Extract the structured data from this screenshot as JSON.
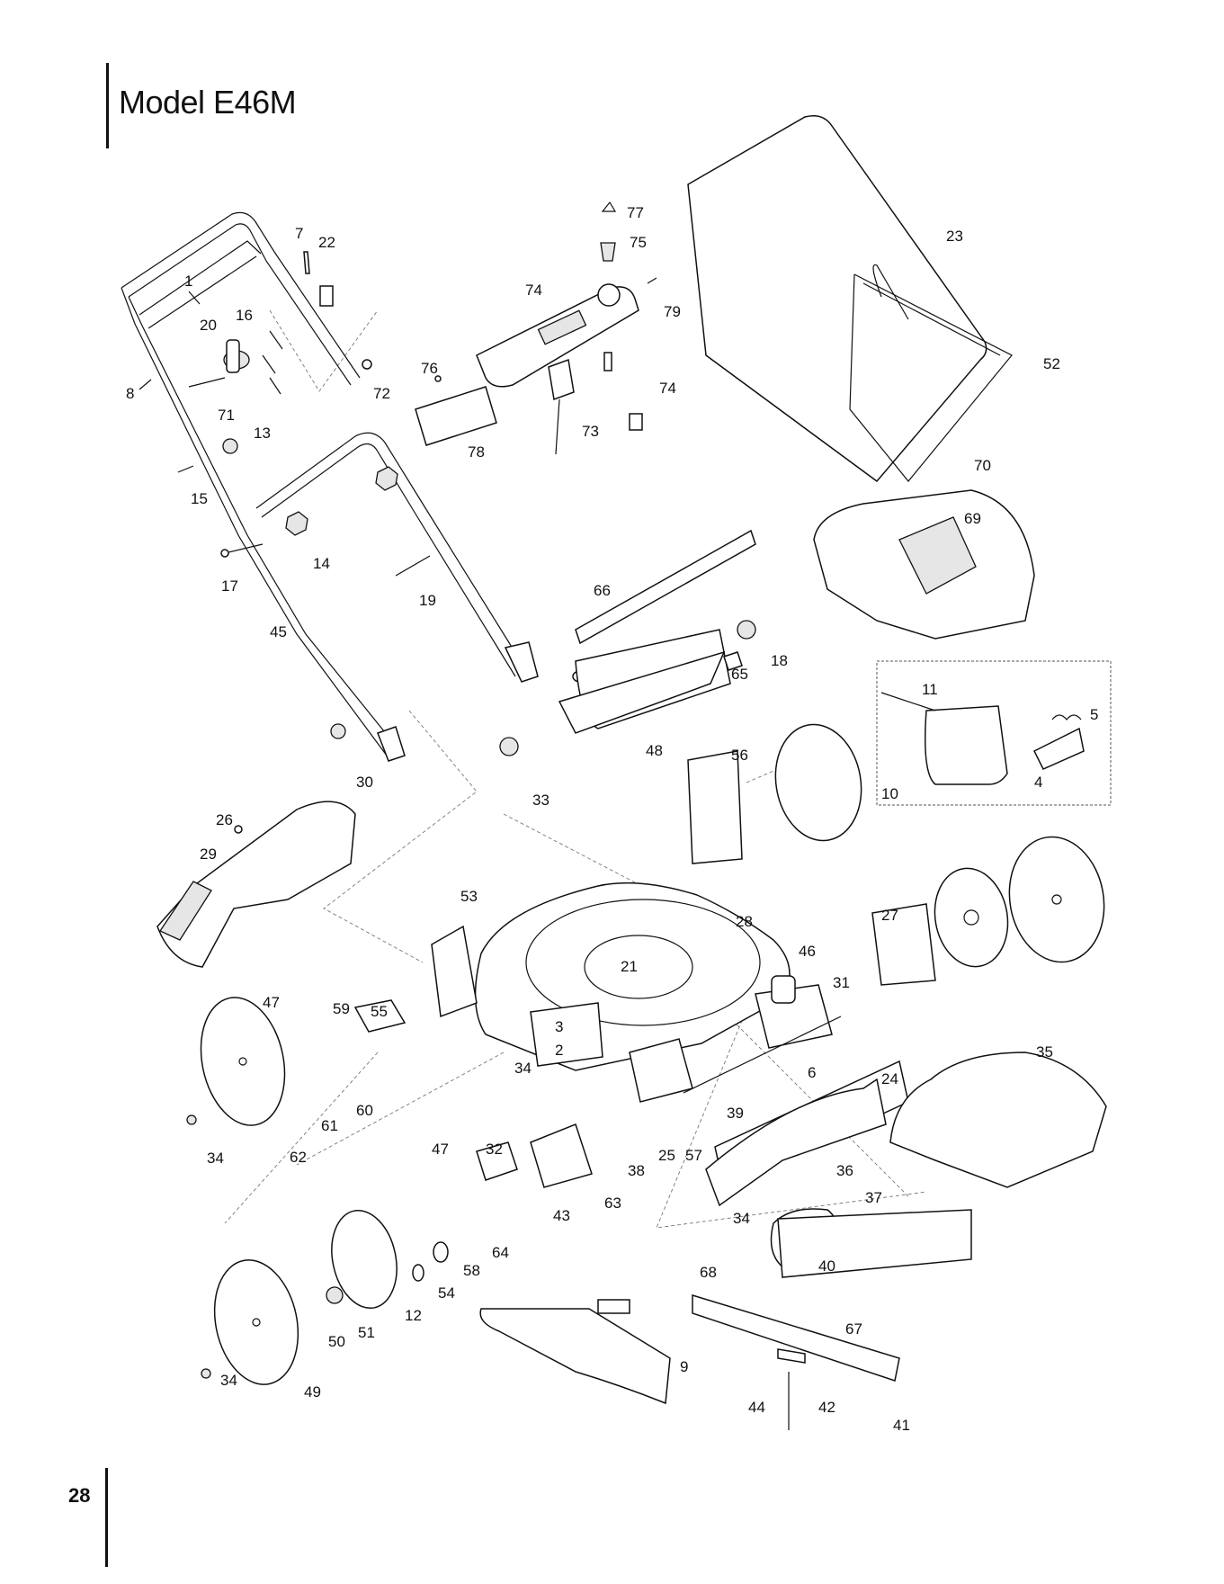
{
  "header": {
    "title": "Model E46M"
  },
  "footer": {
    "page_number": "28"
  },
  "callouts": [
    "1",
    "2",
    "3",
    "4",
    "5",
    "6",
    "7",
    "8",
    "9",
    "10",
    "11",
    "12",
    "13",
    "14",
    "15",
    "16",
    "17",
    "18",
    "19",
    "20",
    "21",
    "22",
    "23",
    "24",
    "25",
    "26",
    "27",
    "28",
    "29",
    "30",
    "31",
    "32",
    "33",
    "34",
    "34",
    "34",
    "34",
    "34",
    "35",
    "36",
    "37",
    "38",
    "39",
    "40",
    "41",
    "42",
    "43",
    "44",
    "45",
    "46",
    "47",
    "47",
    "48",
    "49",
    "50",
    "51",
    "52",
    "53",
    "54",
    "55",
    "56",
    "57",
    "58",
    "59",
    "60",
    "61",
    "62",
    "63",
    "64",
    "65",
    "66",
    "67",
    "68",
    "69",
    "70",
    "71",
    "72",
    "73",
    "74",
    "74",
    "75",
    "76",
    "77",
    "78",
    "79"
  ]
}
